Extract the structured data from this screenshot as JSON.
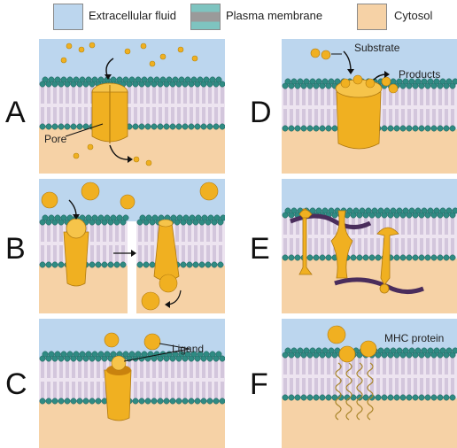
{
  "legend": {
    "extracellular": {
      "label": "Extracellular fluid",
      "color": "#bcd6ee"
    },
    "membrane": {
      "label": "Plasma membrane",
      "color": "#7ec4c0"
    },
    "cytosol": {
      "label": "Cytosol",
      "color": "#f6d2a6"
    }
  },
  "panels": {
    "a": {
      "letter": "A",
      "label": "Pore"
    },
    "b": {
      "letter": "B"
    },
    "c": {
      "letter": "C",
      "label": "Ligand"
    },
    "d": {
      "letter": "D",
      "label1": "Substrate",
      "label2": "Products"
    },
    "e": {
      "letter": "E"
    },
    "f": {
      "letter": "F",
      "label": "MHC protein"
    }
  },
  "colors": {
    "head": "#2f8b83",
    "tail": "#b9a9c7",
    "protein": "#f0b021",
    "dark_protein": "#c9820e",
    "strand": "#4a2d5c"
  }
}
